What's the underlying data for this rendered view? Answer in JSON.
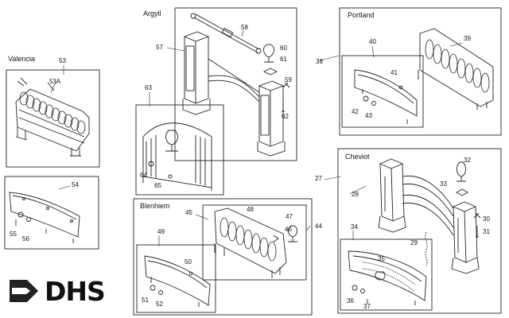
{
  "titles": {
    "valencia": "Valencia",
    "argyll": "Argyll",
    "portland": "Portland",
    "cheviot": "Cheviot",
    "blenhiem": "Blenhiem"
  },
  "labels": {
    "l53": "53",
    "l53a": "53A",
    "l54": "54",
    "l55": "55",
    "l56": "56",
    "l57": "57",
    "l58": "58",
    "l59": "59",
    "l60": "60",
    "l61": "61",
    "l62": "62",
    "l63": "63",
    "l64": "64",
    "l65": "65",
    "l38": "38",
    "l39": "39",
    "l40": "40",
    "l41": "41",
    "l42": "42",
    "l43": "43",
    "l27": "27",
    "l28": "28",
    "l29": "29",
    "l30": "30",
    "l31": "31",
    "l32": "32",
    "l33": "33",
    "l34": "34",
    "l35": "35",
    "l36": "36",
    "l37": "37",
    "l44": "44",
    "l45": "45",
    "l46": "46",
    "l47": "47",
    "l48": "48",
    "l49": "49",
    "l50": "50",
    "l51": "51",
    "l52": "52"
  },
  "logo": {
    "text": "DHS"
  }
}
